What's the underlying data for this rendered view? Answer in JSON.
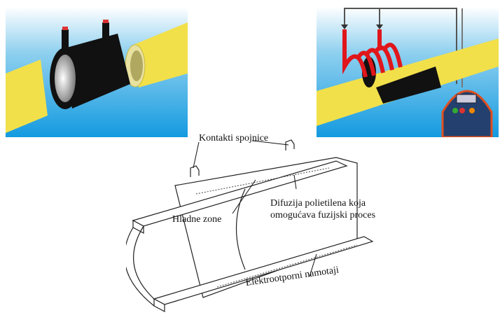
{
  "figure": {
    "top_left": {
      "description_icon": "electrofusion-coupler-and-pipe"
    },
    "top_right": {
      "description_icon": "coupler-with-heating-coils-and-control-unit"
    },
    "labels": {
      "contacts": "Kontakti spojnice",
      "cold_zones": "Hladne zone",
      "diffusion_line1": "Difuzija polietilena koja",
      "diffusion_line2": "omogućava fuzijski proces",
      "coils": "Elektrootporni namotaji"
    },
    "colors": {
      "pipe": "#f2e04a",
      "coupler": "#111111",
      "coil": "#e0161b",
      "sky_top": "#ffffff",
      "sky_bottom": "#1a9ee0"
    }
  }
}
